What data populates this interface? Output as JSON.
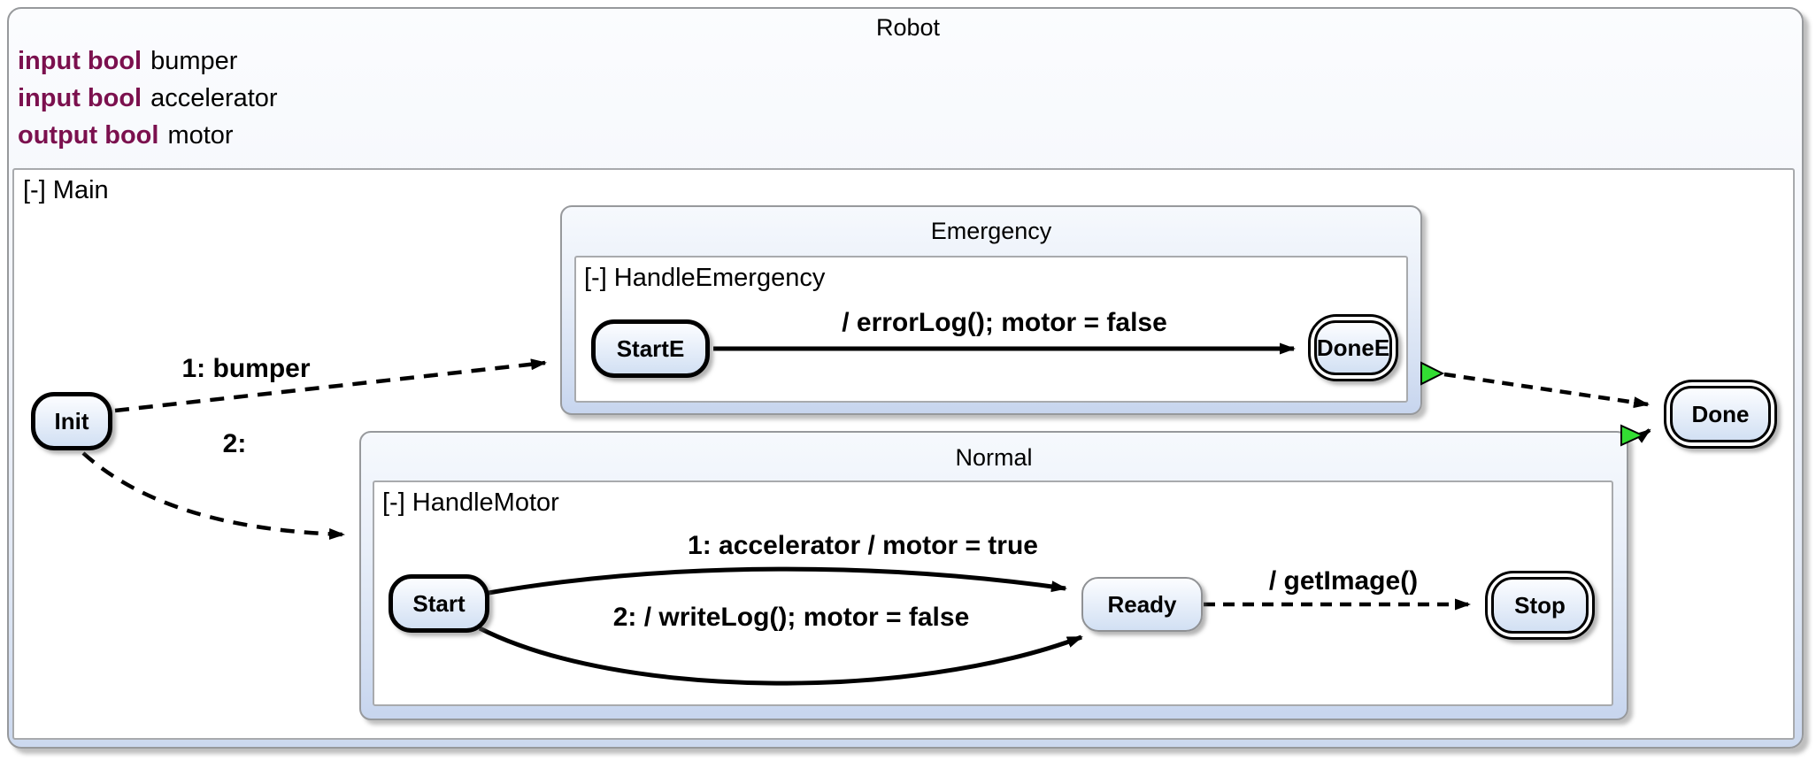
{
  "statechart": {
    "title": "Robot",
    "declarations": [
      {
        "keyword": "input bool",
        "name": "bumper"
      },
      {
        "keyword": "input bool",
        "name": "accelerator"
      },
      {
        "keyword": "output bool",
        "name": "motor"
      }
    ]
  },
  "regions": {
    "main": {
      "collapse": "[-]",
      "name": "Main"
    },
    "handle_emergency": {
      "collapse": "[-]",
      "name": "HandleEmergency"
    },
    "handle_motor": {
      "collapse": "[-]",
      "name": "HandleMotor"
    }
  },
  "composites": {
    "emergency": {
      "title": "Emergency"
    },
    "normal": {
      "title": "Normal"
    }
  },
  "states": {
    "init": "Init",
    "start_e": "StartE",
    "done_e": "DoneE",
    "start": "Start",
    "ready": "Ready",
    "stop": "Stop",
    "done": "Done"
  },
  "transitions": {
    "init_to_emergency": "1: bumper",
    "init_to_normal": "2:",
    "starte_to_donee": "/ errorLog(); motor = false",
    "start_to_ready_1": "1: accelerator / motor = true",
    "start_to_ready_2": "2: / writeLog(); motor = false",
    "ready_to_stop": "/ getImage()"
  },
  "colors": {
    "keyword": "#7b104e",
    "state_fill_top": "#fcfdff",
    "state_fill_bottom": "#d2e0f3",
    "composite_fill_top": "#f6f9fd",
    "composite_fill_bottom": "#c7d5ee",
    "border_gray": "#97999c",
    "exit_node_green": "#33dd33",
    "line_black": "#000000"
  }
}
